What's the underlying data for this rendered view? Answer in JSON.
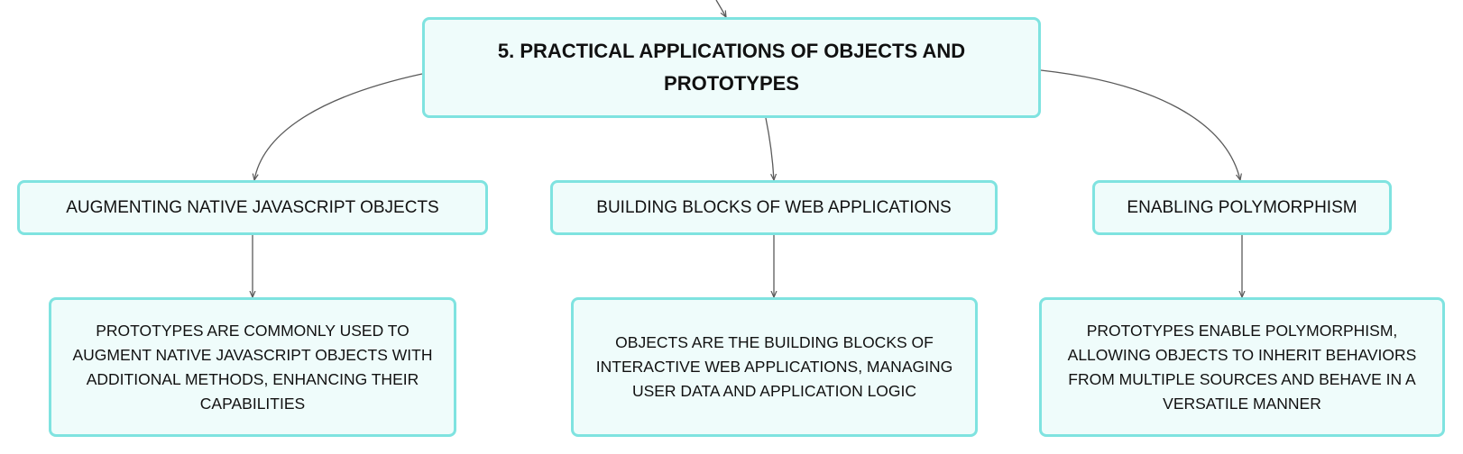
{
  "root": {
    "title": "5. PRACTICAL APPLICATIONS OF OBJECTS AND PROTOTYPES"
  },
  "branches": [
    {
      "label": "AUGMENTING NATIVE JAVASCRIPT OBJECTS",
      "detail": "PROTOTYPES ARE COMMONLY USED TO AUGMENT NATIVE JAVASCRIPT OBJECTS WITH ADDITIONAL METHODS, ENHANCING THEIR CAPABILITIES"
    },
    {
      "label": "BUILDING BLOCKS OF WEB APPLICATIONS",
      "detail": "OBJECTS ARE THE BUILDING BLOCKS OF INTERACTIVE WEB APPLICATIONS, MANAGING USER DATA AND APPLICATION LOGIC"
    },
    {
      "label": "ENABLING POLYMORPHISM",
      "detail": "PROTOTYPES ENABLE POLYMORPHISM, ALLOWING OBJECTS TO INHERIT BEHAVIORS FROM MULTIPLE SOURCES AND BEHAVE IN A VERSATILE MANNER"
    }
  ],
  "colors": {
    "node_fill": "#effcfb",
    "node_border": "#7fe3e0",
    "connector": "#5a5a5a",
    "text": "#111111"
  }
}
